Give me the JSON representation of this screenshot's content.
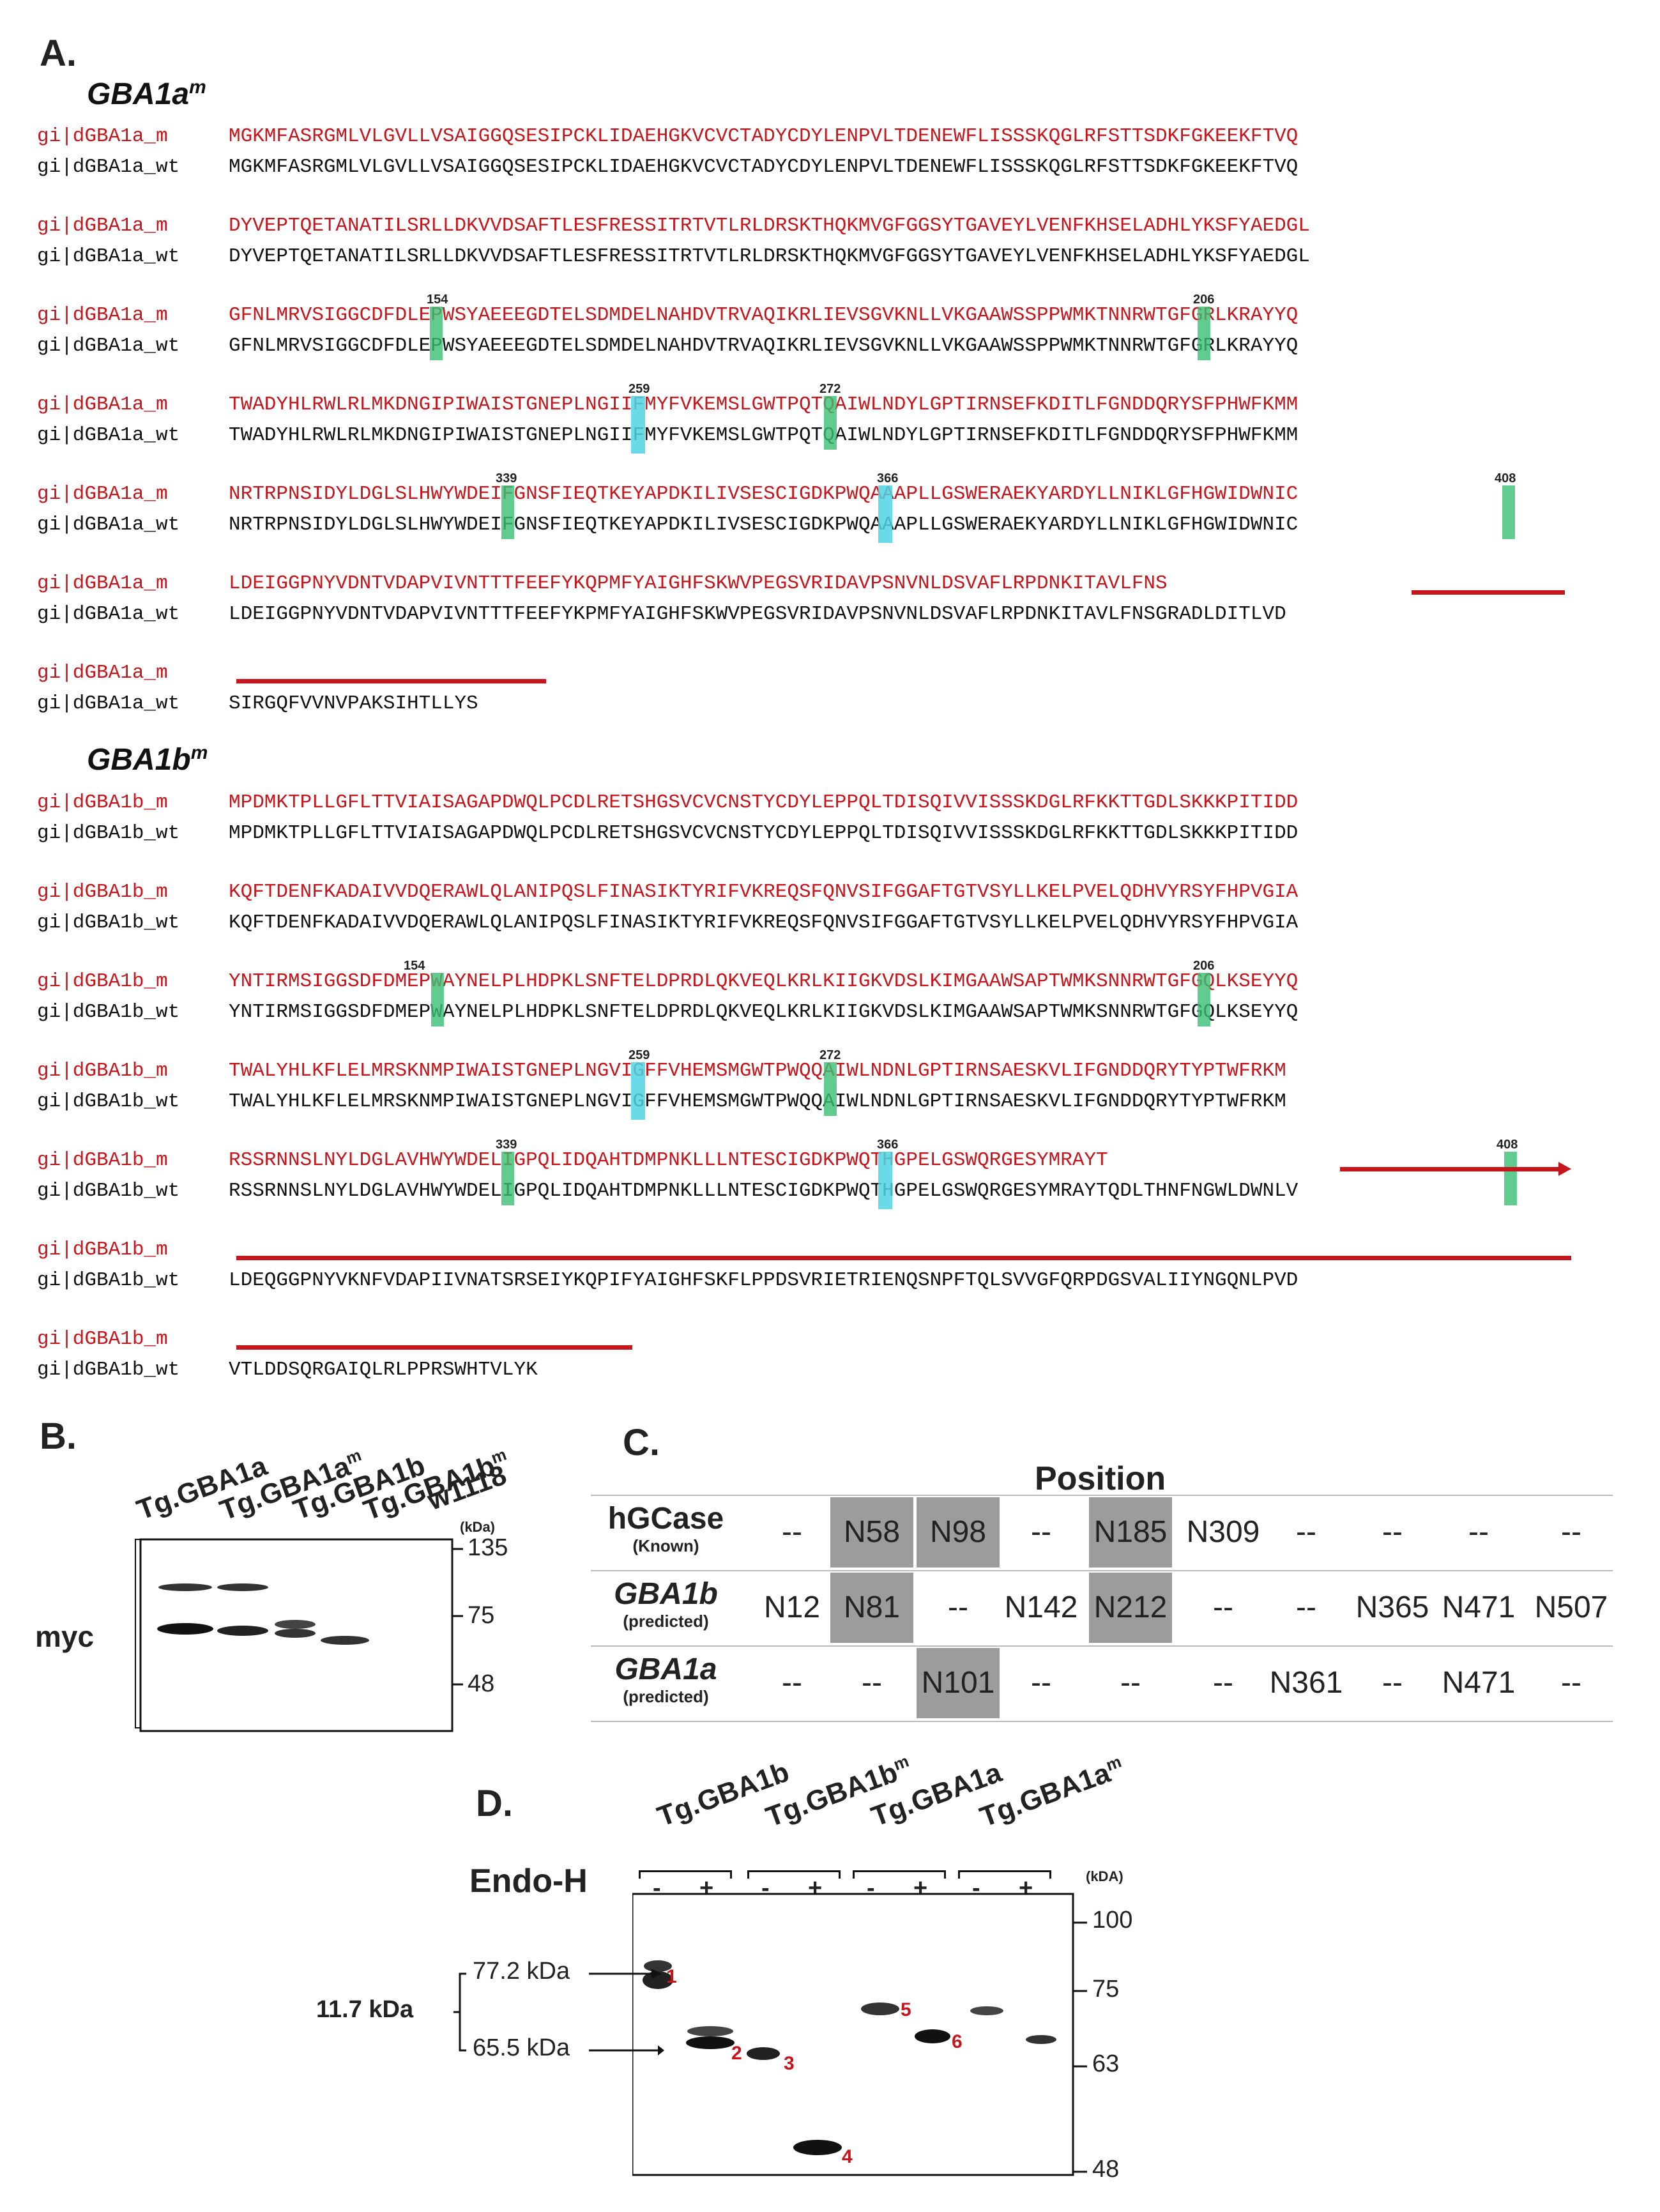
{
  "panelA": {
    "label": "A.",
    "gba1a_title": "GBA1a",
    "gba1a_sup": "m",
    "gba1b_title": "GBA1b",
    "gba1b_sup": "m",
    "gba1a_rows": [
      {
        "name_m": "gi|dGBA1a_m",
        "seq_m": "MGKMFASRGMLVLGVLLVSAIGGQSESIPCKLIDAEHGKVCVCTADYCDYLENPVLTDENEWFLISSSKQGLRFSTTSDKFGKEEKFTVQ",
        "name_wt": "gi|dGBA1a_wt",
        "seq_wt": "MGKMFASRGMLVLGVLLVSAIGGQSESIPCKLIDAEHGKVCVCTADYCDYLENPVLTDENEWFLISSSKQGLRFSTTSDKFGKEEKFTVQ"
      },
      {
        "name_m": "gi|dGBA1a_m",
        "seq_m": "DYVEPTQETANATILSRLLDKVVDSAFTLESFRESSITRTVTLRLDRSKTHQKMVGFGGSYTGAVEYLVENFKHSELADHLYKSFYAEDGL",
        "name_wt": "gi|dGBA1a_wt",
        "seq_wt": "DYVEPTQETANATILSRLLDKVVDSAFTLESFRESSITRTVTLRLDRSKTHQKMVGFGGSYTGAVEYLVENFKHSELADHLYKSFYAEDGL"
      },
      {
        "name_m": "gi|dGBA1a_m",
        "seq_m": "GFNLMRVSIGGCDFDLEPWSYAEEEGDTELSDMDELNAHDVTRVAQIKRLIEVSGVKNLLVKGAAWSSPPWMKTNNRWTGFGRLKRAYYQ",
        "name_wt": "gi|dGBA1a_wt",
        "seq_wt": "GFNLMRVSIGGCDFDLEPWSYAEEEGDTELSDMDELNAHDVTRVAQIKRLIEVSGVKNLLVKGAAWSSPPWMKTNNRWTGFGRLKRAYYQ"
      },
      {
        "name_m": "gi|dGBA1a_m",
        "seq_m": "TWADYHLRWLRLMKDNGIPIWAISTGNEPLNGIIFMYFVKEMSLGWTPQTQAIWLNDYLGPTIRNSEFKDITLFGNDDQRYSFPHWFKMM",
        "name_wt": "gi|dGBA1a_wt",
        "seq_wt": "TWADYHLRWLRLMKDNGIPIWAISTGNEPLNGIIFMYFVKEMSLGWTPQTQAIWLNDYLGPTIRNSEFKDITLFGNDDQRYSFPHWFKMM"
      },
      {
        "name_m": "gi|dGBA1a_m",
        "seq_m": "NRTRPNSIDYLDGLSLHWYWDEIFGNSFIEQTKEYAPDKILIVSESCIGDKPWQAAAPLLGSWERAEKYARDYLLNIKLGFHGWIDWNIC",
        "name_wt": "gi|dGBA1a_wt",
        "seq_wt": "NRTRPNSIDYLDGLSLHWYWDEIFGNSFIEQTKEYAPDKILIVSESCIGDKPWQAAAPLLGSWERAEKYARDYLLNIKLGFHGWIDWNIC"
      },
      {
        "name_m": "gi|dGBA1a_m",
        "seq_m": "LDEIGGPNYVDNTVDAPVIVNTTTFEEFYKQPMFYAIGHFSKWVPEGSVRIDAVPSNVNLDSVAFLRPDNKITAVLFNS",
        "name_wt": "gi|dGBA1a_wt",
        "seq_wt": "LDEIGGPNYVDNTVDAPVIVNTTTFEEFYKPMFYAIGHFSKWVPEGSVRIDAVPSNVNLDSVAFLRPDNKITAVLFNSGRADLDITLVD"
      },
      {
        "name_m": "gi|dGBA1a_m",
        "seq_m": "",
        "name_wt": "gi|dGBA1a_wt",
        "seq_wt": "SIRGQFVVNVPAKSIHTLLYS"
      }
    ],
    "gba1b_rows": [
      {
        "name_m": "gi|dGBA1b_m",
        "seq_m": "MPDMKTPLLGFLTTVIAISAGAPDWQLPCDLRETSHGSVCVCNSTYCDYLEPPQLTDISQIVVISSSKDGLRFKKTTGDLSKKKPITIDD",
        "name_wt": "gi|dGBA1b_wt",
        "seq_wt": "MPDMKTPLLGFLTTVIAISAGAPDWQLPCDLRETSHGSVCVCNSTYCDYLEPPQLTDISQIVVISSSKDGLRFKKTTGDLSKKKPITIDD"
      },
      {
        "name_m": "gi|dGBA1b_m",
        "seq_m": "KQFTDENFKADAIVVDQERAWLQLANIPQSLFINASIKTYRIFVKREQSFQNVSIFGGAFTGTVSYLLKELPVELQDHVYRSYFHPVGIA",
        "name_wt": "gi|dGBA1b_wt",
        "seq_wt": "KQFTDENFKADAIVVDQERAWLQLANIPQSLFINASIKTYRIFVKREQSFQNVSIFGGAFTGTVSYLLKELPVELQDHVYRSYFHPVGIA"
      },
      {
        "name_m": "gi|dGBA1b_m",
        "seq_m": "YNTIRMSIGGSDFDMEPWAYNELPLHDPKLSNFTELDPRDLQKVEQLKRLKIIGKVDSLKIMGAAWSAPTWMKSNNRWTGFGQLKSEYYQ",
        "name_wt": "gi|dGBA1b_wt",
        "seq_wt": "YNTIRMSIGGSDFDMEPWAYNELPLHDPKLSNFTELDPRDLQKVEQLKRLKIIGKVDSLKIMGAAWSAPTWMKSNNRWTGFGQLKSEYYQ"
      },
      {
        "name_m": "gi|dGBA1b_m",
        "seq_m": "TWALYHLKFLELMRSKNMPIWAISTGNEPLNGVIGFFVHEMSMGWTPWQQAIWLNDNLGPTIRNSAESKVLIFGNDDQRYTYPTWFRKM",
        "name_wt": "gi|dGBA1b_wt",
        "seq_wt": "TWALYHLKFLELMRSKNMPIWAISTGNEPLNGVIGFFVHEMSMGWTPWQQAIWLNDNLGPTIRNSAESKVLIFGNDDQRYTYPTWFRKM"
      },
      {
        "name_m": "gi|dGBA1b_m",
        "seq_m": "RSSRNNSLNYLDGLAVHWYWDELIGPQLIDQAHTDMPNKLLLNTESCIGDKPWQTHGPELGSWQRGESYMRAYT",
        "name_wt": "gi|dGBA1b_wt",
        "seq_wt": "RSSRNNSLNYLDGLAVHWYWDELIGPQLIDQAHTDMPNKLLLNTESCIGDKPWQTHGPELGSWQRGESYMRAYTQDLTHNFNGWLDWNLV"
      },
      {
        "name_m": "gi|dGBA1b_m",
        "seq_m": "",
        "name_wt": "gi|dGBA1b_wt",
        "seq_wt": "LDEQGGPNYVKNFVDAPIIVNATSRSEIYKQPIFYAIGHFSKFLPPDSVRIETRIENQSNPFTQLSVVGFQRPDGSVALIIYNGQNLPVD"
      },
      {
        "name_m": "gi|dGBA1b_m",
        "seq_m": "",
        "name_wt": "gi|dGBA1b_wt",
        "seq_wt": "VTLDDSQRGAIQLRLPPRSWHTVLYK"
      }
    ],
    "markers": {
      "m154": "154",
      "m206": "206",
      "m259": "259",
      "m272": "272",
      "m339": "339",
      "m366": "366",
      "m408": "408"
    }
  },
  "panelB": {
    "label": "B.",
    "lanes": [
      {
        "main": "Tg.GBA1a",
        "sup": ""
      },
      {
        "main": "Tg.GBA1a",
        "sup": "m"
      },
      {
        "main": "Tg.GBA1b",
        "sup": ""
      },
      {
        "main": "Tg.GBA1b",
        "sup": "m"
      },
      {
        "main": "w1118",
        "sup": ""
      }
    ],
    "unit": "(kDa)",
    "ladder": [
      "135",
      "75",
      "48"
    ],
    "row_label": "myc"
  },
  "panelC": {
    "label": "C.",
    "header": "Position",
    "rows": [
      {
        "name": "hGCase",
        "sub": "(Known)",
        "cells": [
          "--",
          "N58",
          "N98",
          "--",
          "N185",
          "N309",
          "--",
          "--",
          "--",
          "--"
        ],
        "gray": [
          1,
          2,
          4
        ]
      },
      {
        "name": "GBA1b",
        "sub": "(predicted)",
        "cells": [
          "N12",
          "N81",
          "--",
          "N142",
          "N212",
          "--",
          "--",
          "N365",
          "N471",
          "N507"
        ],
        "gray": [
          1,
          4
        ]
      },
      {
        "name": "GBA1a",
        "sub": "(predicted)",
        "cells": [
          "--",
          "--",
          "N101",
          "--",
          "--",
          "--",
          "N361",
          "--",
          "N471",
          "--"
        ],
        "gray": [
          2
        ]
      }
    ]
  },
  "panelD": {
    "label": "D.",
    "lanes": [
      {
        "main": "Tg.GBA1b",
        "sup": ""
      },
      {
        "main": "Tg.GBA1b",
        "sup": "m"
      },
      {
        "main": "Tg.GBA1a",
        "sup": ""
      },
      {
        "main": "Tg.GBA1a",
        "sup": "m"
      }
    ],
    "endo": "Endo-H",
    "minus": "-",
    "plus": "+",
    "unit": "(kDA)",
    "ladder": [
      "100",
      "75",
      "63",
      "48"
    ],
    "band_labels": [
      "1",
      "2",
      "3",
      "4",
      "5",
      "6"
    ],
    "arrow_upper": "77.2 kDa",
    "arrow_lower": "65.5 kDa",
    "shift": "11.7 kDa"
  }
}
